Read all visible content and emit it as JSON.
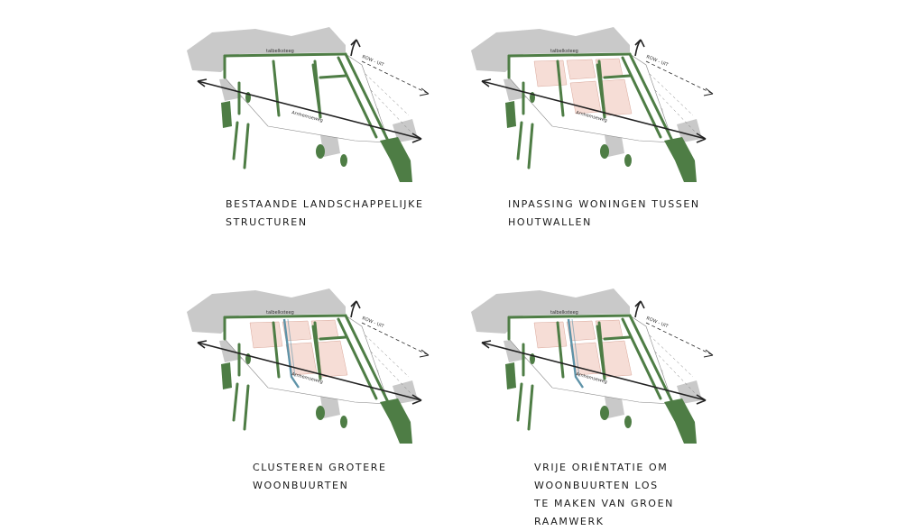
{
  "diagram": {
    "panels": [
      {
        "id": "p1",
        "caption_lines": [
          "BESTAANDE LANDSCHAPPELIJKE",
          "STRUCTUREN"
        ],
        "show_housing": false,
        "show_water": false
      },
      {
        "id": "p2",
        "caption_lines": [
          "INPASSING WONINGEN TUSSEN",
          "HOUTWALLEN"
        ],
        "show_housing": true,
        "show_water": false
      },
      {
        "id": "p3",
        "caption_lines": [
          "CLUSTEREN GROTERE",
          "WOONBUURTEN"
        ],
        "show_housing": true,
        "show_water": true
      },
      {
        "id": "p4",
        "caption_lines": [
          "VRIJE ORIËNTATIE OM",
          "WOONBUURTEN LOS",
          "TE MAKEN VAN GROEN",
          "RAAMWERK"
        ],
        "show_housing": true,
        "show_water": true
      }
    ],
    "map_labels": {
      "top_road": "talbelksteeg",
      "right_road": "ROW - UIT",
      "diag_road": "Arnhemseweg"
    },
    "colors": {
      "built": "#c9c9c9",
      "green": "#4e7d45",
      "green_dark": "#2f5a2b",
      "housing": "#f6ddd6",
      "water": "#5e93a8",
      "line": "#222222"
    }
  }
}
